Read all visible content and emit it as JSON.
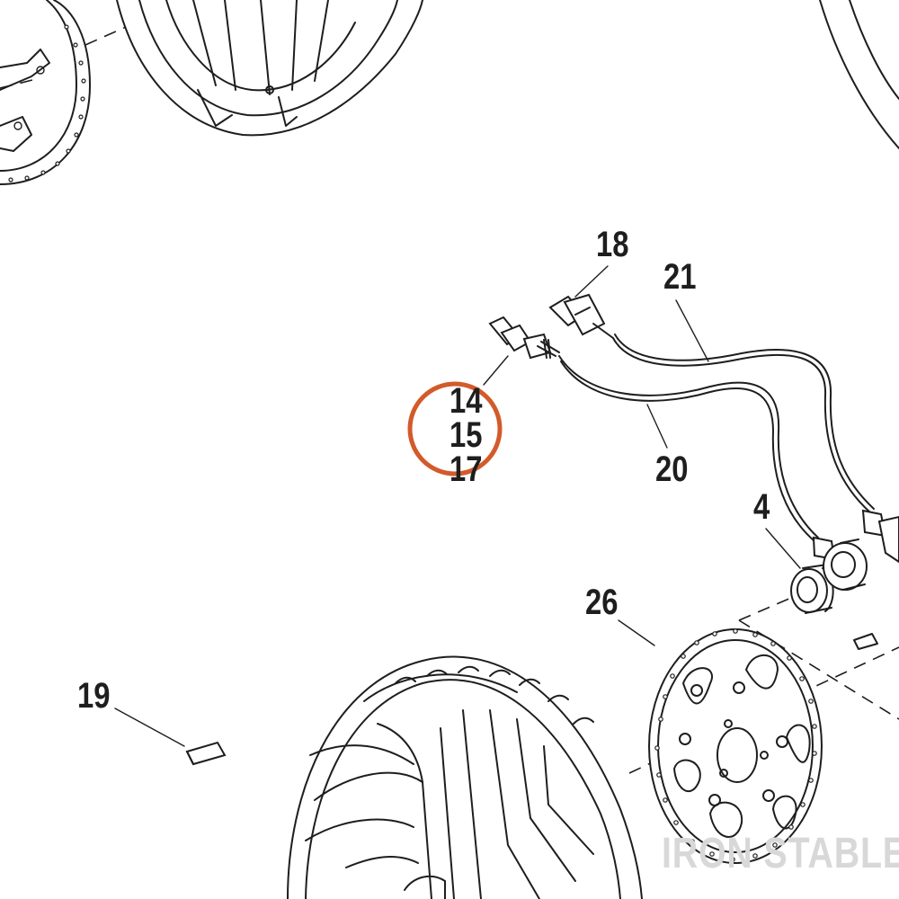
{
  "callouts": {
    "c18": "18",
    "c21": "21",
    "c14": "14",
    "c15": "15",
    "c17": "17",
    "c20": "20",
    "c4": "4",
    "c26": "26",
    "c19": "19"
  },
  "watermark": "IRON STABLE",
  "highlight": {
    "target": "14 15 17",
    "color": "#d35a2a"
  }
}
